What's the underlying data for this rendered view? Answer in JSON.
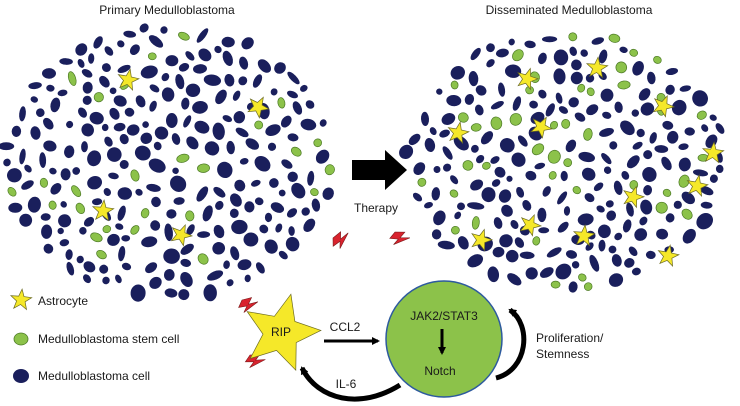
{
  "titles": {
    "primary": "Primary Medulloblastoma",
    "disseminated": "Disseminated Medulloblastoma"
  },
  "therapy_label": "Therapy",
  "legend": {
    "astrocyte": "Astrocyte",
    "stem_cell": "Medulloblastoma stem cell",
    "cell": "Medulloblastoma cell"
  },
  "mechanism": {
    "rip_label": "RIP",
    "ccl2_label": "CCL2",
    "il6_label": "IL-6",
    "hub_top_label": "JAK2/STAT3",
    "hub_bottom_label": "Notch",
    "loop_line1": "Proliferation/",
    "loop_line2": "Stemness"
  },
  "colors": {
    "cell": "#1a1f5c",
    "stem_cell": "#8cc24a",
    "astrocyte": "#f5e829",
    "lightning": "#d9232e",
    "arrow": "#000000",
    "text": "#1a1a1a"
  },
  "icons": [
    "astrocyte-star-icon",
    "lightning-icon",
    "black-arrow-icon"
  ]
}
